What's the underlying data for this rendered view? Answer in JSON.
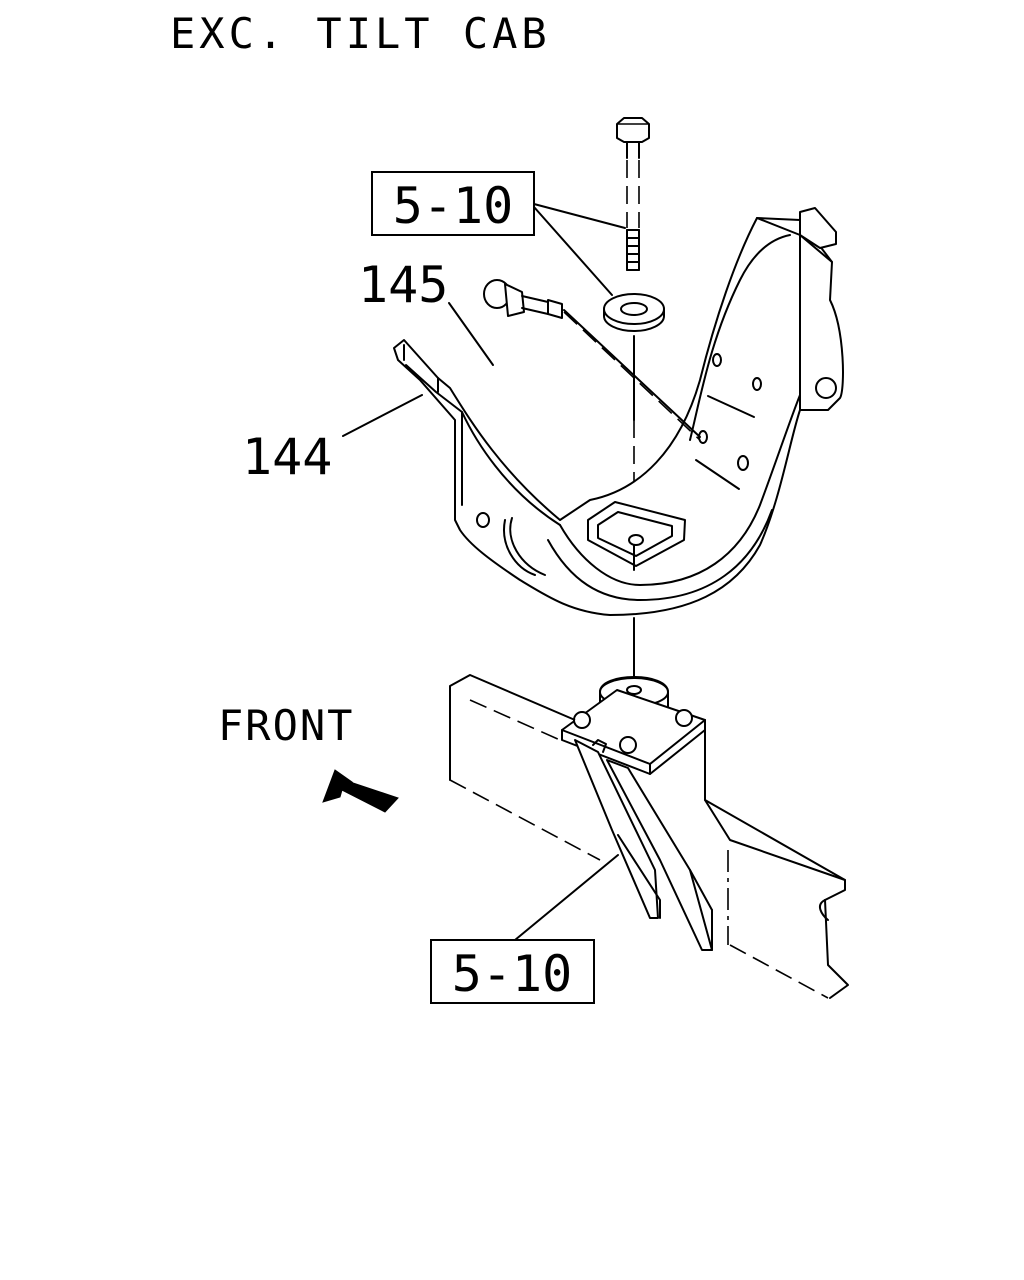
{
  "header": {
    "title": "EXC. TILT CAB"
  },
  "callouts": {
    "ref_top": "5-10",
    "ref_bottom": "5-10",
    "part_bolt": "145",
    "part_bracket": "144"
  },
  "direction": {
    "label": "FRONT"
  }
}
